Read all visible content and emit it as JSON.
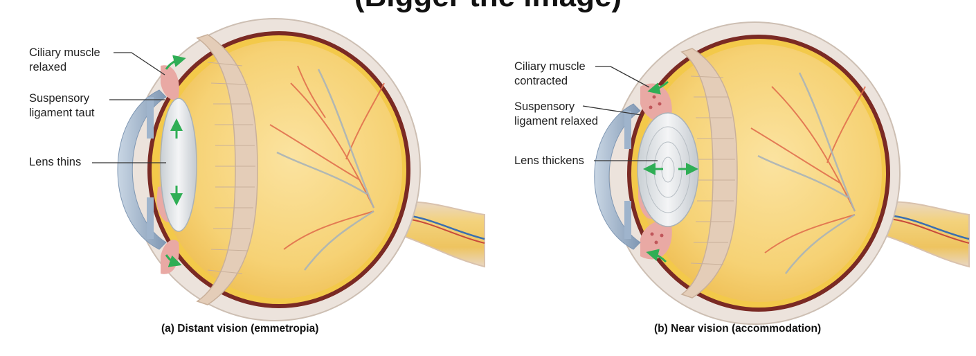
{
  "top_title_partial": "(Bigger the image)",
  "panels": [
    {
      "caption": "(a)  Distant vision (emmetropia)",
      "labels": {
        "ciliary_line1": "Ciliary muscle",
        "ciliary_line2": "relaxed",
        "ligament_line1": "Suspensory",
        "ligament_line2": "ligament taut",
        "lens": "Lens thins"
      }
    },
    {
      "caption": "(b)  Near vision (accommodation)",
      "labels": {
        "ciliary_line1": "Ciliary muscle",
        "ciliary_line2": "contracted",
        "ligament_line1": "Suspensory",
        "ligament_line2": "ligament relaxed",
        "lens": "Lens thickens"
      }
    }
  ],
  "colors": {
    "sclera": "#ece3dc",
    "choroid": "#7a2a24",
    "retina_yellow": "#f3c94a",
    "vitreous": "#f7d77a",
    "ciliary_pink": "#e9a9a4",
    "lens": "#d9dde0",
    "iris_cornea": "#9fb4cc",
    "vessels_red": "#e06a4a",
    "arrow_green": "#2fae55",
    "nerve_yellow": "#f0cf72"
  }
}
